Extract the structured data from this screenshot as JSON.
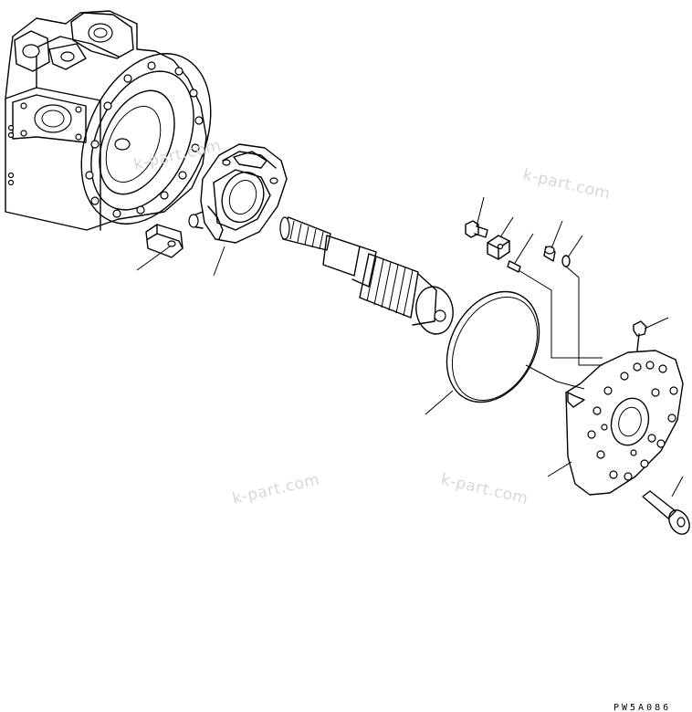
{
  "watermarks": [
    "k-part.com",
    "k-part.com",
    "k-part.com",
    "k-part.com"
  ],
  "drawing_code": "PW5A086"
}
